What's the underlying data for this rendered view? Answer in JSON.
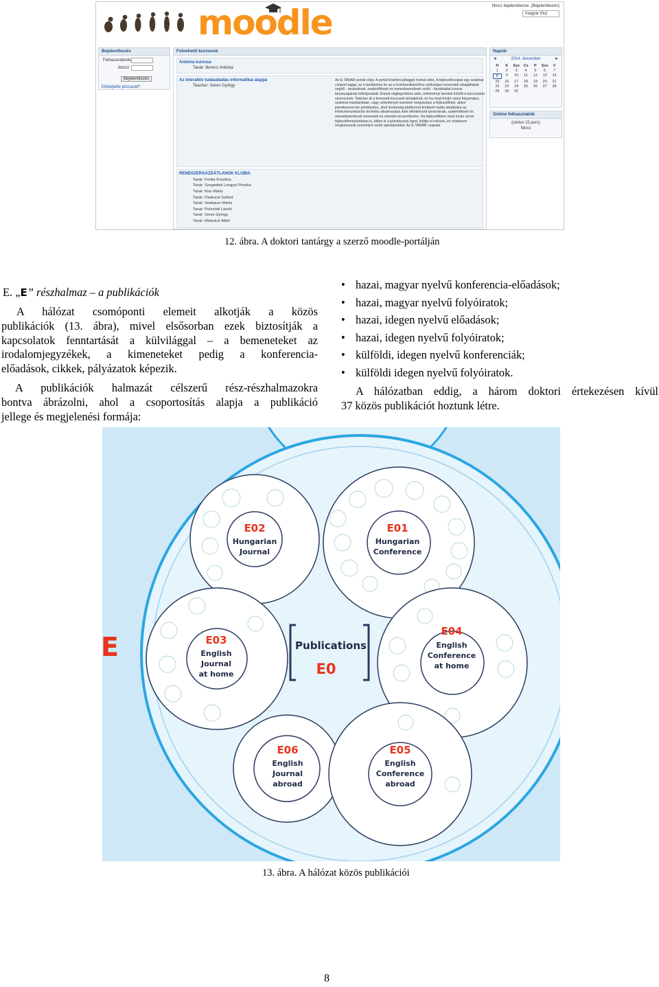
{
  "moodle": {
    "logo_text": "moodle",
    "login_status": "Nincs bejelentkezve. (Bejelentkezés)",
    "language": "magyar (hu)",
    "login_block": {
      "title": "Bejelentkezés",
      "username_label": "Felhasználónév",
      "password_label": "Jelszó",
      "button": "Bejelentkezés",
      "forgot_link": "Elfelejtette jelszavát?"
    },
    "courses_block": {
      "title": "Felvehető kurzusok",
      "course1_name": "Antónia kurzusa",
      "course1_teacher": "Tanár: Berecz Antónia",
      "course2_name": "Az interaktív tudásátadás informatikai alapjai",
      "course2_teacher": "Teacher: Seres György",
      "course2_desc": "Az E-TANÁR portál célja: A portál kísérleti jelleggel hoztuk létre. A fejlesztőcsapat egy szakmai csoport tagjai, az e-tanításhoz és az e-kommunikációhoz szükséges ismeretek elsajátítását segítő - tanároknak, szakértőknek és menedzsereknek szóló - távoktatási kurzus tananyagának kidolgozását. Ennek véglegesítése után, intézményi keretek között e-kurzusokat szervezünk. Tekintse át a tervezett kurzusok témaköreit, és ha részt kíván venni folyamatos szakmai munkánkban, vagy véleményét szeretné megosztani a fejlesztőkkel, akkor jelentkezzen be portálunkra, ahol közösségi platformot kínálunk tudás átadására az infokommunikációs technika alkalmazása iránt elkötelezett tanároknak, szakértőknek és menedzsereknek ismeretek és nézetek kicserélésére. Ha fejlesztőként részt kíván venni fejlesztőmunkánkban is, töltse ki a jelentkezési lapot, küldje el nekünk, és rövidesen megkeressük személyre szóló ajánlatunkkal. Az E-TANÁR csapata",
      "club_name": "RENDSZERGAZDÁTLANOK KLUBIA",
      "club_teachers": [
        "Tanár: Fórika Krisztina",
        "Tanár: Szegediné Lengyel Piroska",
        "Tanár: Kiss Márta",
        "Tanár: Pankucsi Szilárd",
        "Tanár: Seebauer Márta",
        "Tanár: Pokorádi László",
        "Tanár: Seres György",
        "Tanár: Miskolczi Ildikó"
      ]
    },
    "calendar_block": {
      "title": "Naptár",
      "month": "2014. december",
      "weekdays": [
        "H",
        "K",
        "Sze",
        "Cs",
        "P",
        "Szo",
        "V"
      ],
      "days": [
        "1",
        "2",
        "3",
        "4",
        "5",
        "6",
        "7",
        "8",
        "9",
        "10",
        "11",
        "12",
        "13",
        "14",
        "15",
        "16",
        "17",
        "18",
        "19",
        "20",
        "21",
        "22",
        "23",
        "24",
        "25",
        "26",
        "27",
        "28",
        "29",
        "30",
        "31"
      ],
      "today": "8"
    },
    "online_block": {
      "title": "Online felhasználók",
      "subtitle": "(utolsó 15 perc)",
      "value": "Nincs"
    }
  },
  "caption12": "12. ábra. A doktori tantárgy a szerző moodle-portálján",
  "section": {
    "prefix": "E.  „",
    "letter": "E",
    "suffix": "” részhalmaz – a publikációk"
  },
  "paragraph1": "A hálózat csomóponti elemeit alkotják a közös publikációk (13. ábra), mivel elsősorban ezek biztosítják a kapcsolatok fenntartását a külvilággal – a bemeneteket az irodalomjegyzékek, a kimeneteket pedig a konferencia-előadások, cikkek, pályázatok képezik.",
  "paragraph1_lines": [
    "A hálózat csomóponti elemeit alkotják a közös",
    "publikációk (13. ábra), mivel elsősorban ezek biztosítják a",
    "kapcsolatok fenntartását a külvilággal – a bemeneteket az",
    "irodalomjegyzékek, a kimeneteket pedig a konferencia-",
    "előadások, cikkek, pályázatok képezik."
  ],
  "paragraph2_lines": [
    "A publikációk halmazát célszerű rész-részhalmazokra",
    "bontva ábrázolni, ahol a csoportosítás alapja a publikáció",
    "jellege és megjelenési formája:"
  ],
  "bullets": [
    "hazai, magyar nyelvű konferencia-előadások;",
    "hazai, magyar nyelvű folyóiratok;",
    "hazai, idegen nyelvű előadások;",
    "hazai, idegen nyelvű folyóiratok;",
    "külföldi, idegen nyelvű konferenciák;",
    "külföldi idegen nyelvű folyóiratok."
  ],
  "paragraph3_lines": [
    "A hálózatban eddig, a három doktori értekezésen kívül",
    "37 közös publikációt hoztunk létre."
  ],
  "figure13": {
    "side_letter": "E",
    "center": {
      "line1": "Publications",
      "line2": "E0"
    },
    "nodes": [
      {
        "code": "E02",
        "line1": "Hungarian",
        "line2": "Journal",
        "line3": ""
      },
      {
        "code": "E01",
        "line1": "Hungarian",
        "line2": "Conference",
        "line3": ""
      },
      {
        "code": "E03",
        "line1": "English",
        "line2": "Journal",
        "line3": "at home"
      },
      {
        "code": "E04",
        "line1": "English",
        "line2": "Conference",
        "line3": "at home"
      },
      {
        "code": "E06",
        "line1": "English",
        "line2": "Journal",
        "line3": "abroad"
      },
      {
        "code": "E05",
        "line1": "English",
        "line2": "Conference",
        "line3": "abroad"
      }
    ],
    "colors": {
      "background": "#cfe8f7",
      "ring": "#2ba6e1",
      "circle_fill": "#ffffff",
      "node_border": "#2a3a5f",
      "code": "#e8341c",
      "label": "#1f2a44"
    }
  },
  "caption13": "13. ábra. A hálózat közös publikációi",
  "page_number": "8"
}
